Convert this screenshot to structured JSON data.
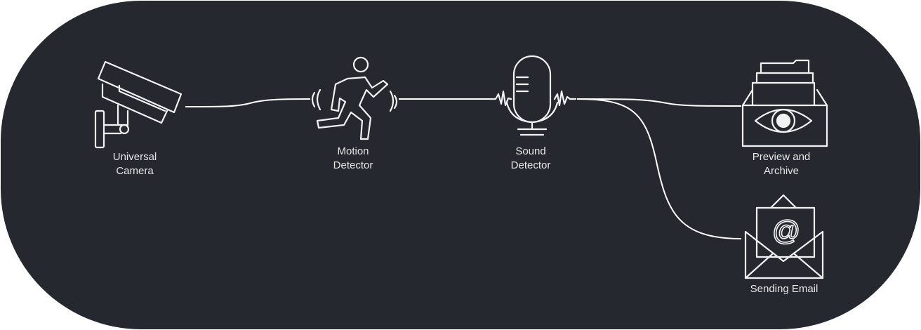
{
  "diagram": {
    "background_color": "#262830",
    "line_color": "#ffffff",
    "nodes": [
      {
        "id": "camera",
        "icon": "security-camera-icon",
        "label_line1": "Universal",
        "label_line2": "Camera"
      },
      {
        "id": "motion",
        "icon": "running-person-motion-icon",
        "label_line1": "Motion",
        "label_line2": "Detector"
      },
      {
        "id": "sound",
        "icon": "microphone-soundwave-icon",
        "label_line1": "Sound",
        "label_line2": "Detector"
      },
      {
        "id": "archive",
        "icon": "folder-box-eye-icon",
        "label_line1": "Preview and",
        "label_line2": "Archive"
      },
      {
        "id": "email",
        "icon": "envelope-at-icon",
        "label_line1": "Sending Email",
        "label_line2": ""
      }
    ],
    "edges": [
      {
        "from": "camera",
        "to": "motion"
      },
      {
        "from": "motion",
        "to": "sound"
      },
      {
        "from": "sound",
        "to": "archive"
      },
      {
        "from": "sound",
        "to": "email"
      }
    ]
  }
}
